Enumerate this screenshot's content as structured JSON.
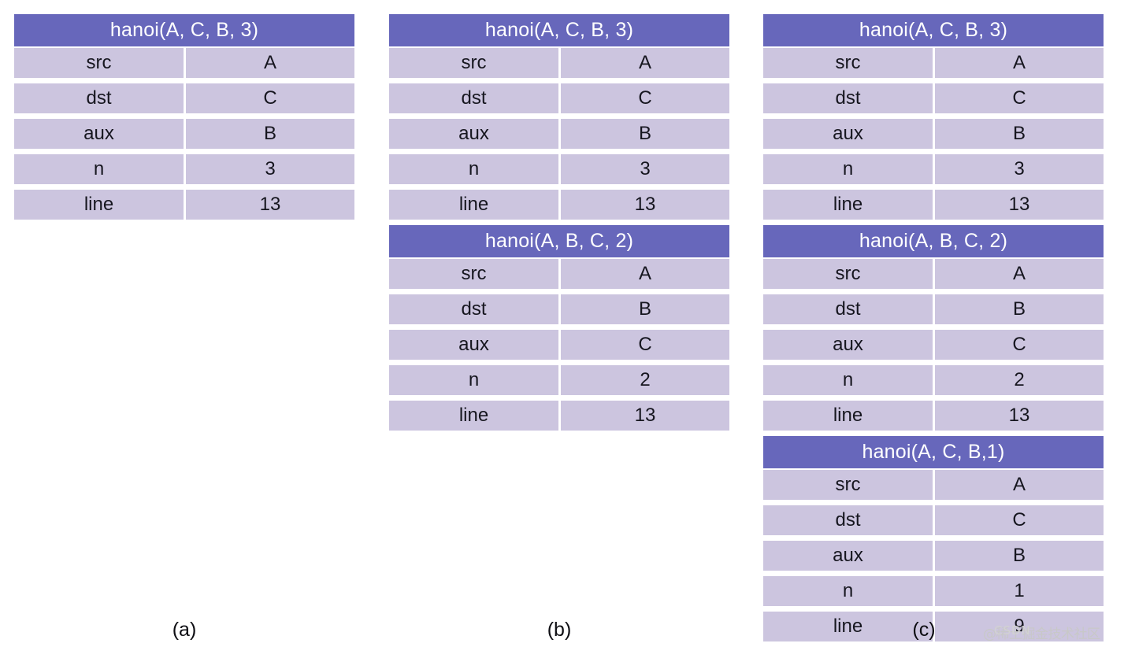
{
  "figures": [
    {
      "id": "a",
      "caption": "(a)",
      "frames": [
        {
          "title": "hanoi(A, C, B, 3)",
          "rows": [
            {
              "key": "src",
              "value": "A"
            },
            {
              "key": "dst",
              "value": "C"
            },
            {
              "key": "aux",
              "value": "B"
            },
            {
              "key": "n",
              "value": "3"
            },
            {
              "key": "line",
              "value": "13"
            }
          ]
        }
      ]
    },
    {
      "id": "b",
      "caption": "(b)",
      "frames": [
        {
          "title": "hanoi(A, C, B, 3)",
          "rows": [
            {
              "key": "src",
              "value": "A"
            },
            {
              "key": "dst",
              "value": "C"
            },
            {
              "key": "aux",
              "value": "B"
            },
            {
              "key": "n",
              "value": "3"
            },
            {
              "key": "line",
              "value": "13"
            }
          ]
        },
        {
          "title": "hanoi(A, B, C, 2)",
          "rows": [
            {
              "key": "src",
              "value": "A"
            },
            {
              "key": "dst",
              "value": "B"
            },
            {
              "key": "aux",
              "value": "C"
            },
            {
              "key": "n",
              "value": "2"
            },
            {
              "key": "line",
              "value": "13"
            }
          ]
        }
      ]
    },
    {
      "id": "c",
      "caption": "(c)",
      "frames": [
        {
          "title": "hanoi(A, C, B, 3)",
          "rows": [
            {
              "key": "src",
              "value": "A"
            },
            {
              "key": "dst",
              "value": "C"
            },
            {
              "key": "aux",
              "value": "B"
            },
            {
              "key": "n",
              "value": "3"
            },
            {
              "key": "line",
              "value": "13"
            }
          ]
        },
        {
          "title": "hanoi(A, B, C, 2)",
          "rows": [
            {
              "key": "src",
              "value": "A"
            },
            {
              "key": "dst",
              "value": "B"
            },
            {
              "key": "aux",
              "value": "C"
            },
            {
              "key": "n",
              "value": "2"
            },
            {
              "key": "line",
              "value": "13"
            }
          ]
        },
        {
          "title": "hanoi(A, C, B,1)",
          "rows": [
            {
              "key": "src",
              "value": "A"
            },
            {
              "key": "dst",
              "value": "C"
            },
            {
              "key": "aux",
              "value": "B"
            },
            {
              "key": "n",
              "value": "1"
            },
            {
              "key": "line",
              "value": "9"
            }
          ]
        }
      ]
    }
  ],
  "watermark": {
    "primary": "@稀土掘金技术社区",
    "secondary": "CSDN"
  },
  "colors": {
    "header_bg": "#6767bb",
    "header_text": "#ffffff",
    "cell_bg": "#ccc5df",
    "cell_text": "#16161f",
    "page_bg": "#ffffff"
  }
}
